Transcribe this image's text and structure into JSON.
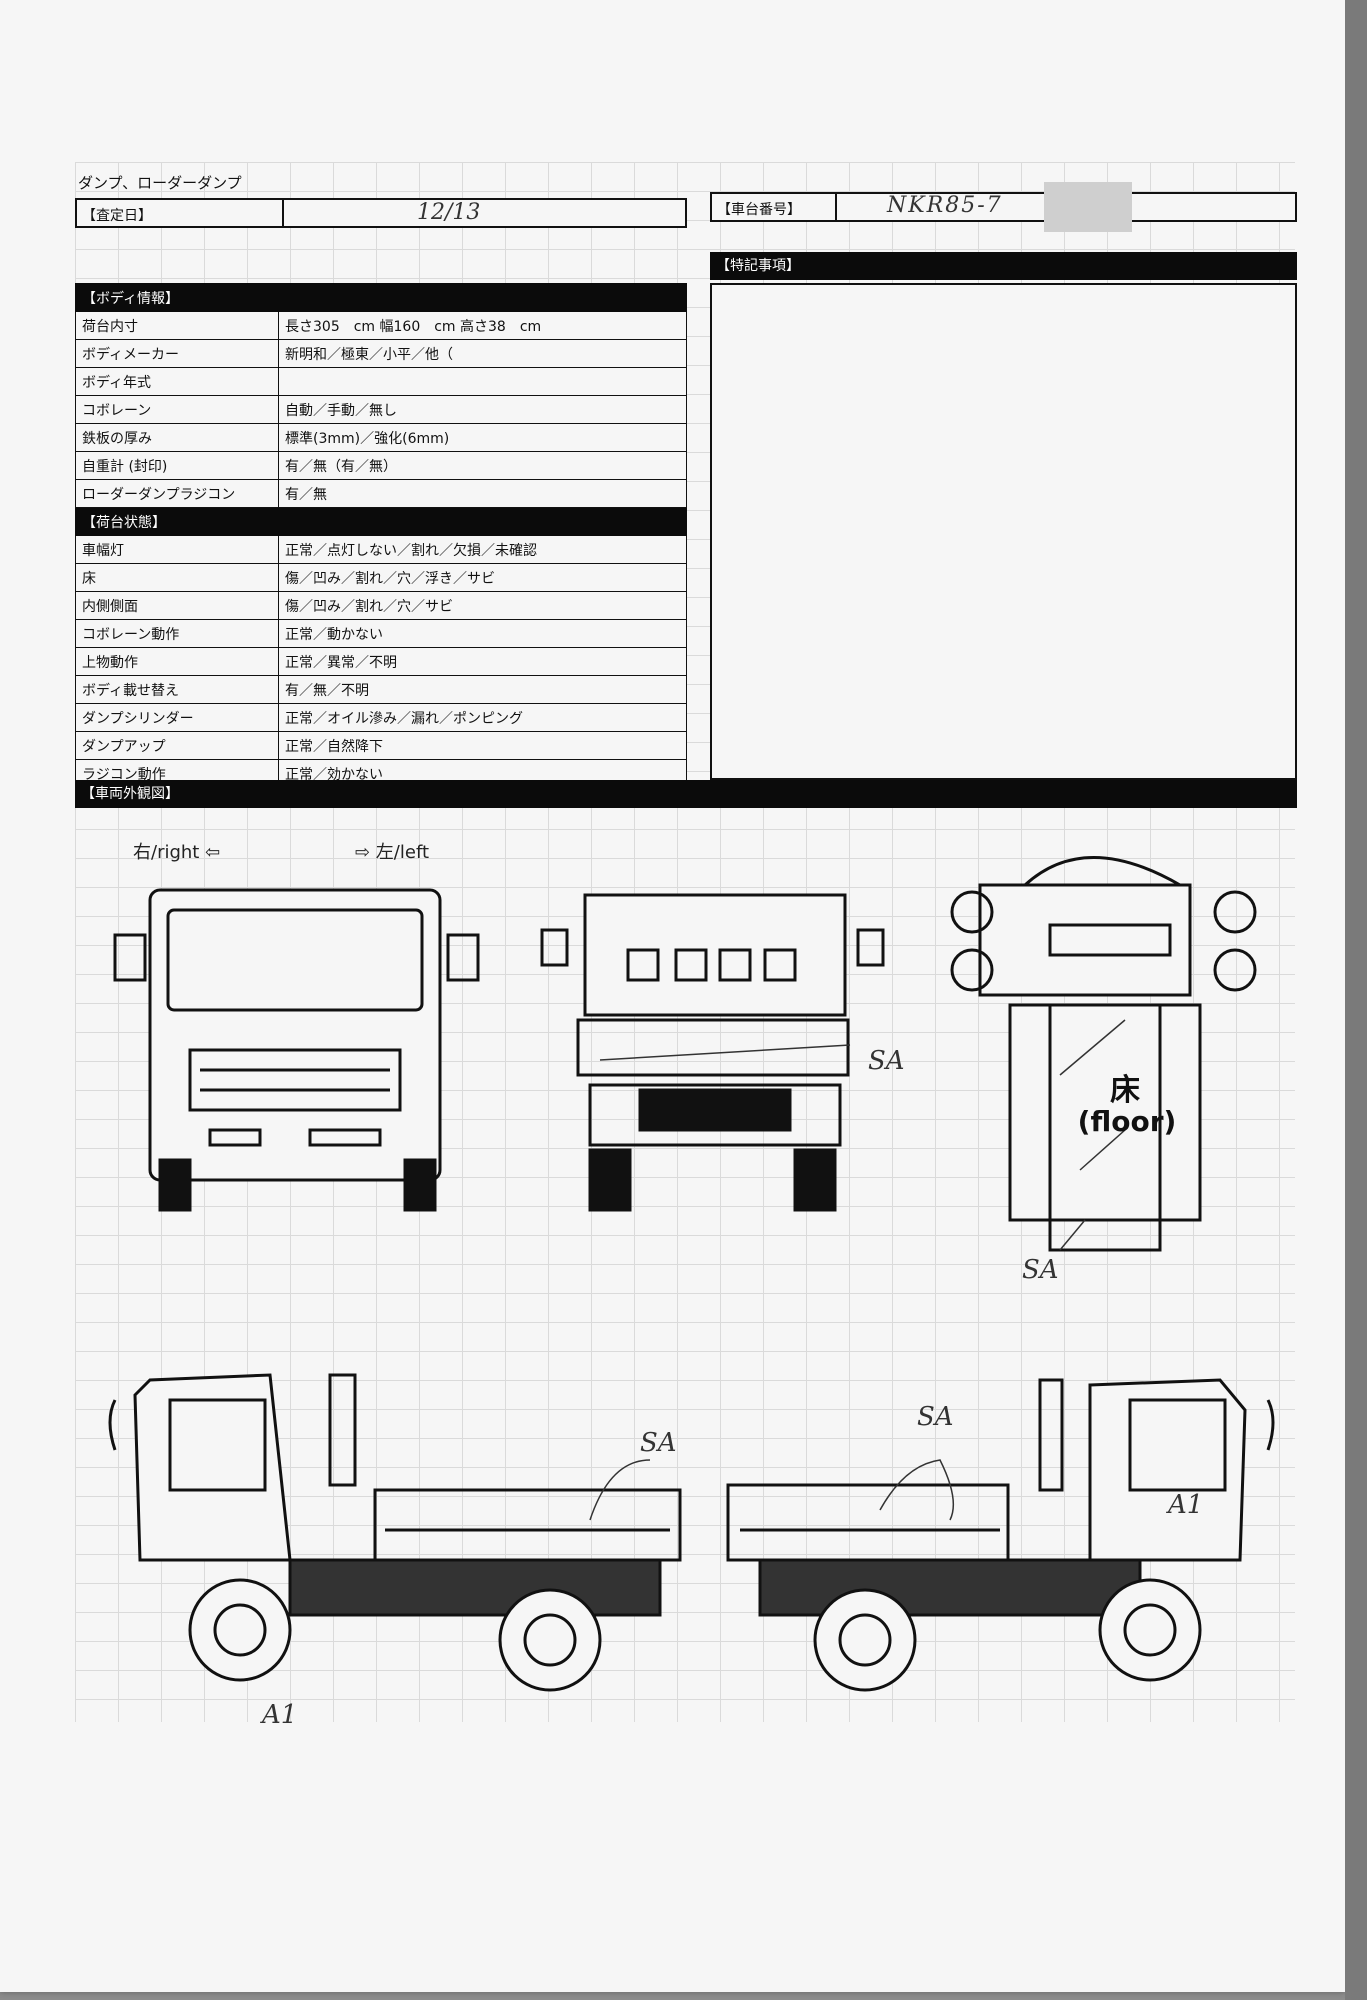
{
  "doc_title": "ダンプ、ローダーダンプ",
  "appraisal_date": {
    "label": "【査定日】",
    "value": "12/13"
  },
  "chassis_number": {
    "label": "【車台番号】",
    "value": "NKR85-7"
  },
  "body_info": {
    "header": "【ボディ情報】",
    "rows": [
      {
        "label": "荷台内寸",
        "value": "長さ305　cm 幅160　cm 高さ38　cm"
      },
      {
        "label": "ボディメーカー",
        "value": "新明和／極東／小平／他（"
      },
      {
        "label": "ボディ年式",
        "value": ""
      },
      {
        "label": "コボレーン",
        "value": "自動／手動／無し"
      },
      {
        "label": "鉄板の厚み",
        "value": "標準(3mm)／強化(6mm)"
      },
      {
        "label": "自重計 (封印)",
        "value": "有／無（有／無）"
      },
      {
        "label": "ローダーダンプラジコン",
        "value": "有／無"
      }
    ]
  },
  "bed_condition": {
    "header": "【荷台状態】",
    "rows": [
      {
        "label": "車幅灯",
        "value": "正常／点灯しない／割れ／欠損／未確認"
      },
      {
        "label": "床",
        "value": "傷／凹み／割れ／穴／浮き／サビ"
      },
      {
        "label": "内側側面",
        "value": "傷／凹み／割れ／穴／サビ"
      },
      {
        "label": "コボレーン動作",
        "value": "正常／動かない"
      },
      {
        "label": "上物動作",
        "value": "正常／異常／不明"
      },
      {
        "label": "ボディ載せ替え",
        "value": "有／無／不明"
      },
      {
        "label": "ダンプシリンダー",
        "value": "正常／オイル滲み／漏れ／ポンピング"
      },
      {
        "label": "ダンプアップ",
        "value": "正常／自然降下"
      },
      {
        "label": "ラジコン動作",
        "value": "正常／効かない"
      }
    ]
  },
  "special_notes": {
    "header": "【特記事項】"
  },
  "exterior": {
    "header": "【車両外観図】",
    "right_label": "右/right ⇦",
    "left_label": "⇨ 左/left",
    "floor_label_jp": "床",
    "floor_label_en": "(floor)",
    "annotations": [
      "SA",
      "SA",
      "SA",
      "SA",
      "A1",
      "A1"
    ]
  },
  "colors": {
    "ink": "#111111",
    "paper": "#f6f6f6",
    "grid": "#d4d4d4"
  }
}
